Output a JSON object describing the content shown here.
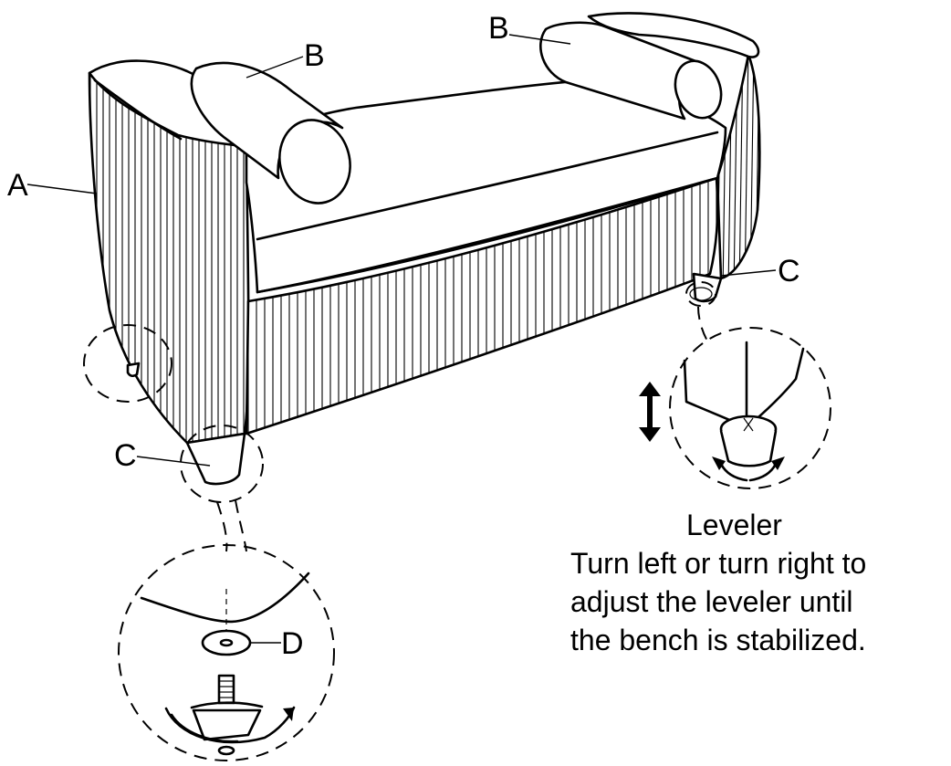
{
  "labels": {
    "a": "A",
    "b_left": "B",
    "b_right": "B",
    "c_left": "C",
    "c_right": "C",
    "d": "D"
  },
  "leveler_note": {
    "title": "Leveler",
    "line1": "Turn left or turn right to",
    "line2": "adjust the leveler until",
    "line3": "the bench is stabilized."
  }
}
